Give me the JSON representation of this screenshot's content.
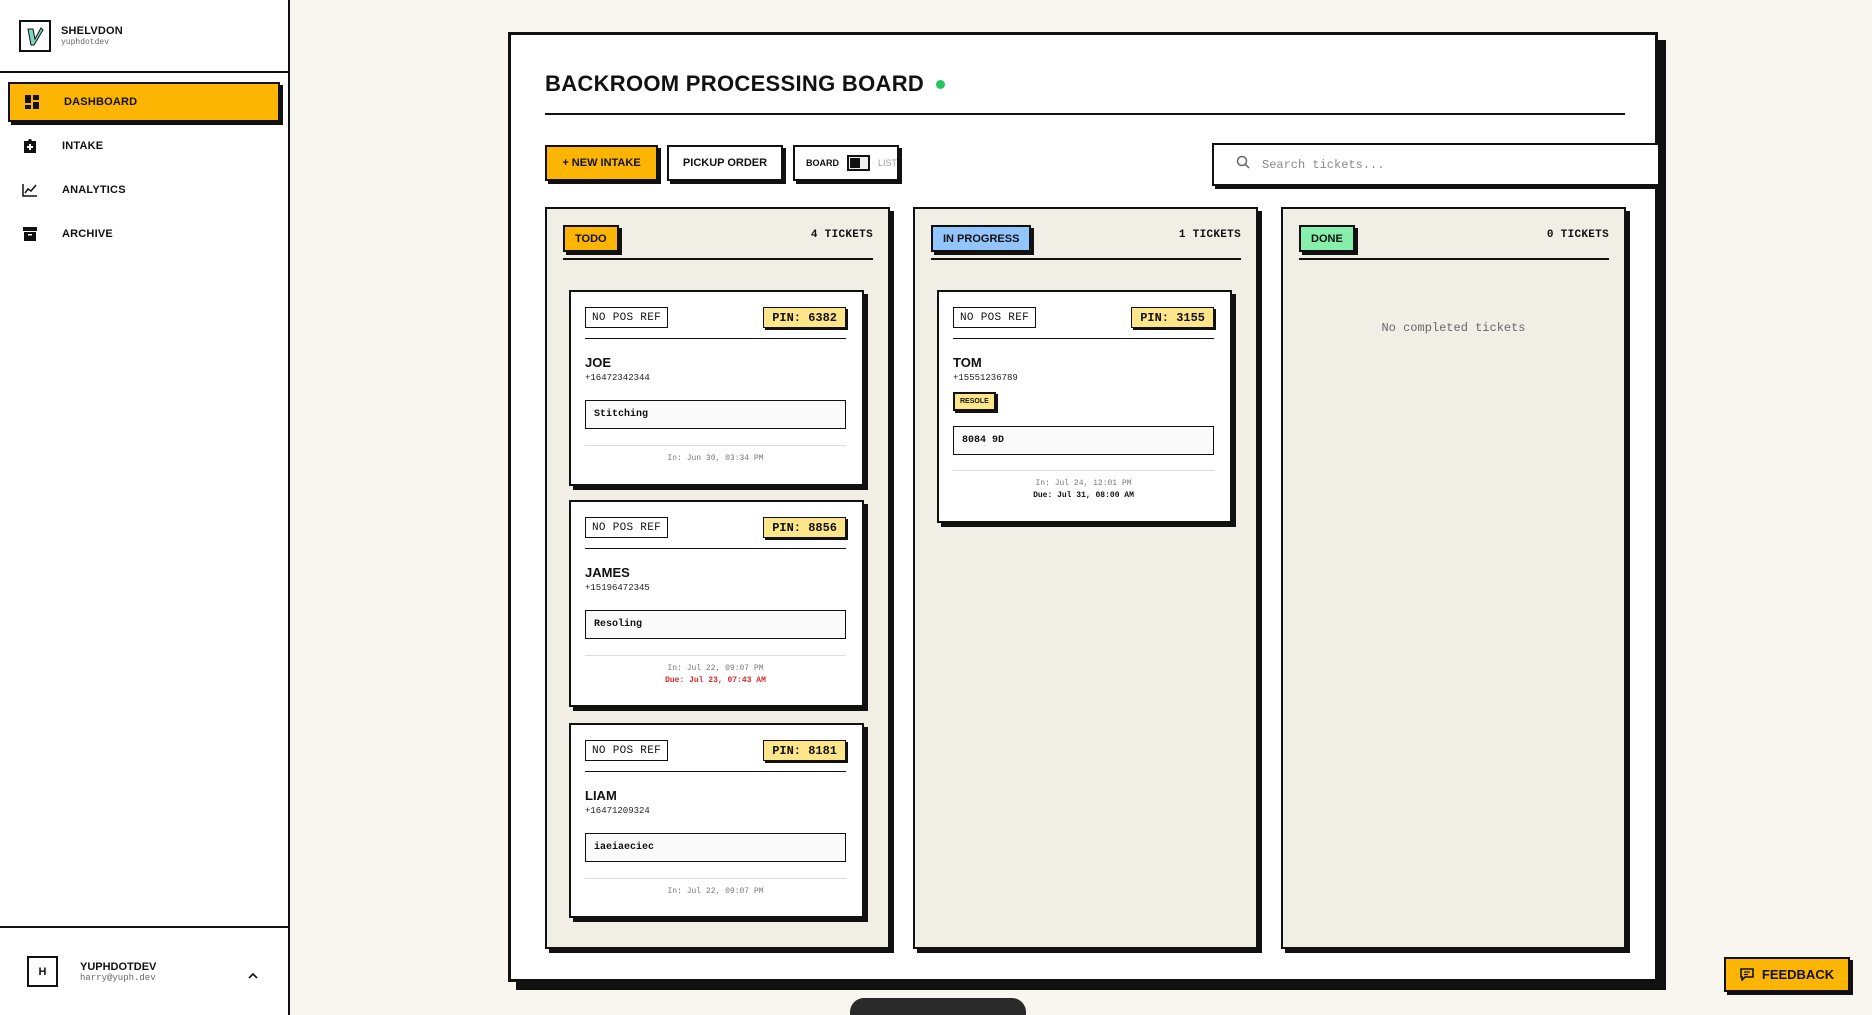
{
  "brand": {
    "name": "SHELVDON",
    "sub": "yuphdotdev"
  },
  "nav": [
    {
      "label": "DASHBOARD",
      "icon": "dashboard-icon",
      "active": true
    },
    {
      "label": "INTAKE",
      "icon": "plus-box-icon",
      "active": false
    },
    {
      "label": "ANALYTICS",
      "icon": "chart-line-icon",
      "active": false
    },
    {
      "label": "ARCHIVE",
      "icon": "archive-icon",
      "active": false
    }
  ],
  "user": {
    "initial": "H",
    "name": "YUPHDOTDEV",
    "email": "harry@yuph.dev"
  },
  "board": {
    "title": "BACKROOM PROCESSING BOARD",
    "status_color": "#22c55e"
  },
  "toolbar": {
    "new_intake": "+ NEW INTAKE",
    "pickup_order": "PICKUP ORDER",
    "toggle_board": "BOARD",
    "toggle_list": "LIST",
    "search_placeholder": "Search tickets..."
  },
  "columns": [
    {
      "label": "TODO",
      "count": "4 TICKETS",
      "color": "#fbb502",
      "cards": [
        {
          "pos_ref": "NO POS REF",
          "pin": "PIN: 6382",
          "name": "JOE",
          "phone": "+16472342344",
          "service": "Stitching",
          "in": "In: Jun 30, 03:34 PM"
        },
        {
          "pos_ref": "NO POS REF",
          "pin": "PIN: 8856",
          "name": "JAMES",
          "phone": "+15196472345",
          "service": "Resoling",
          "in": "In: Jul 22, 09:07 PM",
          "due": "Due: Jul 23, 07:43 AM"
        },
        {
          "pos_ref": "NO POS REF",
          "pin": "PIN: 8181",
          "name": "LIAM",
          "phone": "+16471209324",
          "service": "iaeiaeciec",
          "in": "In: Jul 22, 09:07 PM"
        }
      ]
    },
    {
      "label": "IN PROGRESS",
      "count": "1 TICKETS",
      "color": "#93c5fd",
      "cards": [
        {
          "pos_ref": "NO POS REF",
          "pin": "PIN: 3155",
          "name": "TOM",
          "phone": "+15551236789",
          "tag": "RESOLE",
          "service": "8084 9D",
          "in": "In: Jul 24, 12:01 PM",
          "due": "Due: Jul 31, 08:00 AM"
        }
      ]
    },
    {
      "label": "DONE",
      "count": "0 TICKETS",
      "color": "#86efac",
      "empty": "No completed tickets",
      "cards": []
    }
  ],
  "feedback": "FEEDBACK",
  "accent_color": "#fbb502",
  "overdue_color": "#dc2626"
}
